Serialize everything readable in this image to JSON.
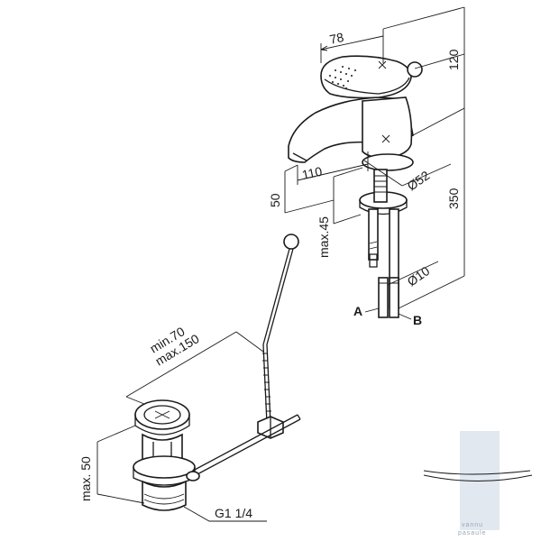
{
  "dimensions": {
    "handle_width": "78",
    "height_top": "120",
    "spout_reach": "110",
    "base_diameter": "Ø52",
    "spout_height": "50",
    "counter_thickness": "max.45",
    "total_height": "350",
    "hose_diameter": "Ø10",
    "rod_range_min": "min.70",
    "rod_range_max": "max.150",
    "waste_height": "max. 50",
    "waste_thread": "G1 1/4"
  },
  "connections": {
    "a": "A",
    "b": "B"
  },
  "watermark": {
    "line1": "vannu",
    "line2": "pasaule"
  },
  "colors": {
    "line": "#1a1a1a",
    "watermark": "#c9d6e3"
  }
}
